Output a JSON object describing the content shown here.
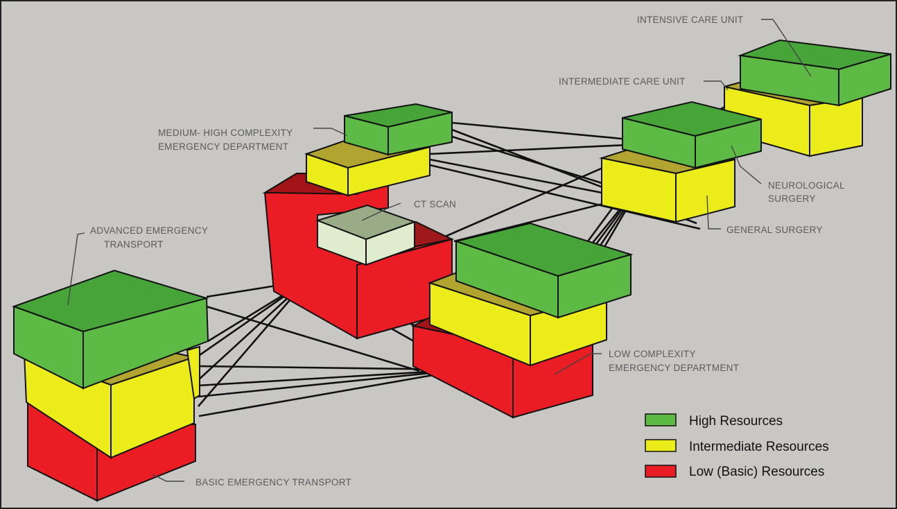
{
  "colors": {
    "background": "#c8c7c3",
    "high": "#5dbb45",
    "intermediate": "#ecec1a",
    "low": "#ea1c24"
  },
  "labels": {
    "intensive_care": "INTENSIVE CARE UNIT",
    "intermediate_care": "INTERMEDIATE CARE UNIT",
    "medium_high_ed_line1": "MEDIUM- HIGH COMPLEXITY",
    "medium_high_ed_line2": "EMERGENCY DEPARTMENT",
    "ct_scan": "CT SCAN",
    "neurological_line1": "NEUROLOGICAL",
    "neurological_line2": "SURGERY",
    "general_surgery": "GENERAL SURGERY",
    "advanced_transport_line1": "ADVANCED EMERGENCY",
    "advanced_transport_line2": "TRANSPORT",
    "low_ed_line1": "LOW COMPLEXITY",
    "low_ed_line2": "EMERGENCY DEPARTMENT",
    "basic_transport": "BASIC EMERGENCY TRANSPORT"
  },
  "legend": [
    {
      "label": "High Resources",
      "color": "#5dbb45"
    },
    {
      "label": "Intermediate Resources",
      "color": "#ecec1a"
    },
    {
      "label": "Low (Basic) Resources",
      "color": "#ea1c24"
    }
  ]
}
